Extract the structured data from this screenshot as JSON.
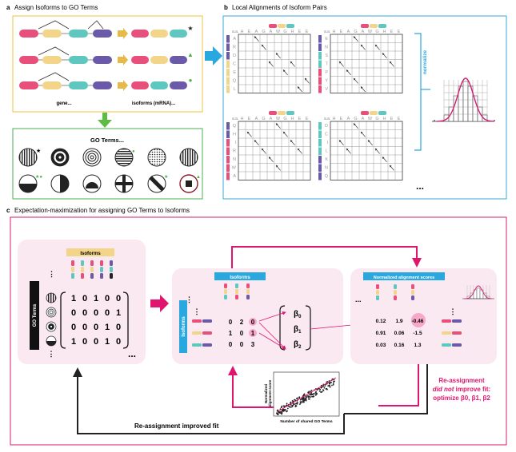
{
  "panel_a": {
    "letter": "a",
    "title": "Assign Isoforms to GO Terms",
    "gene_label": "gene...",
    "isoforms_label": "isoforms (mRNA)...",
    "go_box_title": "GO Terms..."
  },
  "panel_b": {
    "letter": "b",
    "title": "Local Alignments of Isoform Pairs",
    "aa_label": "a.a.",
    "col_letters": [
      "H",
      "E",
      "A",
      "G",
      "A",
      "W",
      "G",
      "H",
      "E",
      "E"
    ],
    "row_letters_1": [
      "A",
      "R",
      "D",
      "C",
      "E",
      "Q",
      "L"
    ],
    "row_letters_2": [
      "E",
      "N",
      "S",
      "T",
      "P",
      "Y",
      "V"
    ],
    "row_letters_3": [
      "Q",
      "H",
      "I",
      "R",
      "N",
      "W",
      "A"
    ],
    "row_letters_4": [
      "D",
      "C",
      "I",
      "L",
      "K",
      "N",
      "Q"
    ],
    "normalize_label": "normalize",
    "ellipsis": "..."
  },
  "panel_c": {
    "letter": "c",
    "title": "Expectation-maximization for assigning GO Terms to Isoforms",
    "isoforms_label": "Isoforms",
    "go_terms_label": "GO Terms",
    "matrix_rows": [
      [
        "1",
        "0",
        "1",
        "0",
        "0"
      ],
      [
        "0",
        "0",
        "0",
        "0",
        "1"
      ],
      [
        "0",
        "0",
        "0",
        "1",
        "0"
      ],
      [
        "1",
        "0",
        "0",
        "1",
        "0"
      ]
    ],
    "mid_isoforms_label": "Isoforms",
    "mid_isoforms_side_label": "Isoforms",
    "mid_matrix_rows": [
      [
        "0",
        "2",
        "0"
      ],
      [
        "1",
        "0",
        "1"
      ],
      [
        "0",
        "0",
        "3"
      ]
    ],
    "betas": [
      "β0",
      "β1",
      "β2"
    ],
    "norm_scores_label": "Normalized alignment scores",
    "score_rows": [
      [
        "0.12",
        "1.9",
        "-0.46"
      ],
      [
        "0.91",
        "0.06",
        "-1.5"
      ],
      [
        "0.03",
        "0.16",
        "1.3"
      ]
    ],
    "reassign_no_line1": "Re-assignment",
    "reassign_no_line2a": "did not",
    "reassign_no_line2b": " improve fit:",
    "reassign_no_line3": "optimize β0, β1, β2",
    "reassign_yes": "Re-assignment improved fit",
    "scatter_ylabel_1": "Normalized",
    "scatter_ylabel_2": "alignment score",
    "scatter_xlabel": "Number of shared GO Terms",
    "ellipsis": "..."
  },
  "colors": {
    "panel_a_border": "#F0C23C",
    "go_border": "#4CAF50",
    "panel_b_border": "#3AA7D8",
    "panel_c_border": "#D81B72",
    "magenta": "#E0156F",
    "cyan": "#29A8E0",
    "green_arrow": "#5DBB46",
    "gold_arrow": "#E7B949",
    "pink_fill": "#FBE9F1",
    "exon_pink": "#E84F7B",
    "exon_yellow": "#F3D58A",
    "exon_teal": "#5EC7C0",
    "exon_purple": "#6A5AA8"
  }
}
